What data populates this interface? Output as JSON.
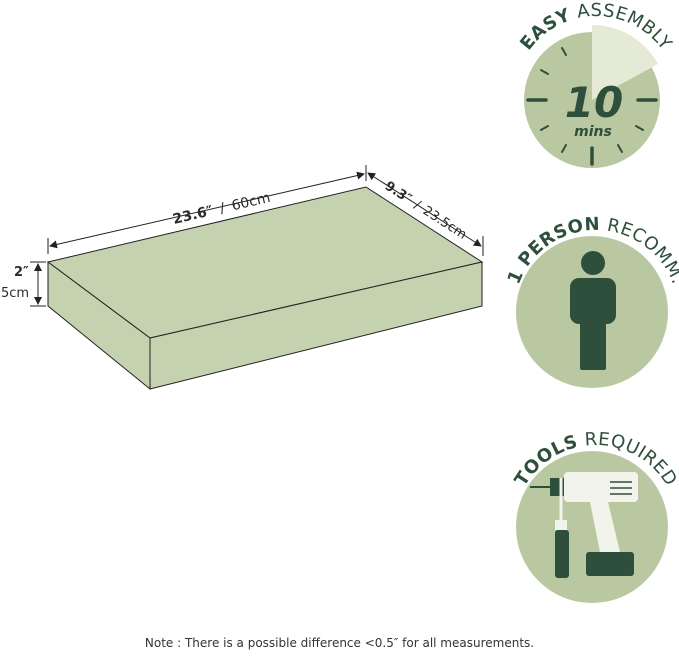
{
  "dimensions": {
    "length_in": "23.6″",
    "length_sep": "/",
    "length_cm": "60cm",
    "depth_in": "9.3″",
    "depth_sep": "/",
    "depth_cm": "23.5cm",
    "height_in": "2″",
    "height_cm": "5cm"
  },
  "badges": [
    {
      "bold": "EASY",
      "rest": " ASSEMBLY",
      "icon": "timer-icon",
      "timer_value": "10",
      "timer_unit": "mins"
    },
    {
      "bold": "1 PERSON",
      "rest": " RECOMM.",
      "icon": "person-icon"
    },
    {
      "bold": "TOOLS",
      "rest": " REQUIRED",
      "icon": "drill-icon"
    }
  ],
  "note": "Note : There is a possible difference <0.5″ for all measurements.",
  "colors": {
    "shelf_fill": "#c5d2b0",
    "badge_circle": "#b9c8a0",
    "dark_green": "#2f4f3d",
    "light_green": "#e4ead6"
  }
}
